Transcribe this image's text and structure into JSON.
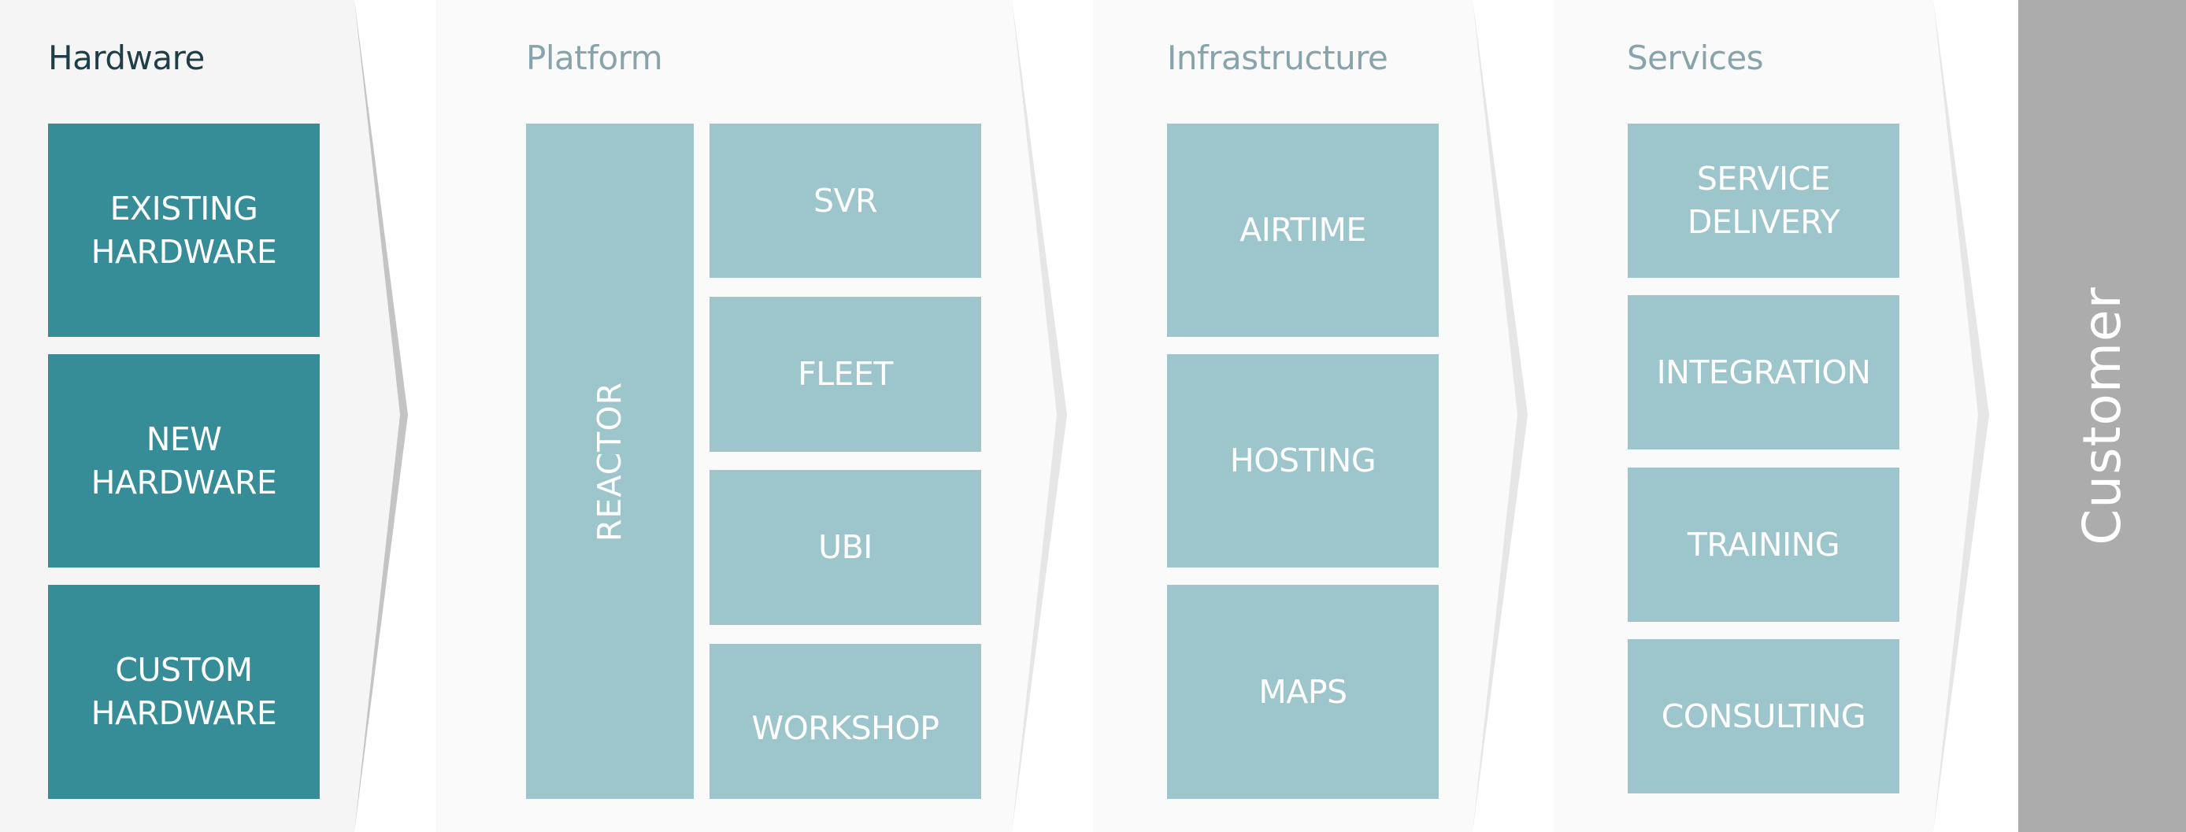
{
  "colors": {
    "hardware_panel": "#f5f5f5",
    "other_panel": "#fafafa",
    "dark_box": "#368d98",
    "light_box": "#9dc5cc",
    "customer_bar": "#acacac",
    "title_dark": "#1e3f4a",
    "title_muted": "#87a3ab"
  },
  "stages": {
    "hardware": {
      "title": "Hardware",
      "items": [
        "EXISTING\nHARDWARE",
        "NEW\nHARDWARE",
        "CUSTOM\nHARDWARE"
      ]
    },
    "platform": {
      "title": "Platform",
      "core": "REACTOR",
      "items": [
        "SVR",
        "FLEET",
        "UBI",
        "WORKSHOP"
      ]
    },
    "infrastructure": {
      "title": "Infrastructure",
      "items": [
        "AIRTIME",
        "HOSTING",
        "MAPS"
      ]
    },
    "services": {
      "title": "Services",
      "items": [
        "SERVICE\nDELIVERY",
        "INTEGRATION",
        "TRAINING",
        "CONSULTING"
      ]
    }
  },
  "customer": {
    "label": "Customer"
  }
}
